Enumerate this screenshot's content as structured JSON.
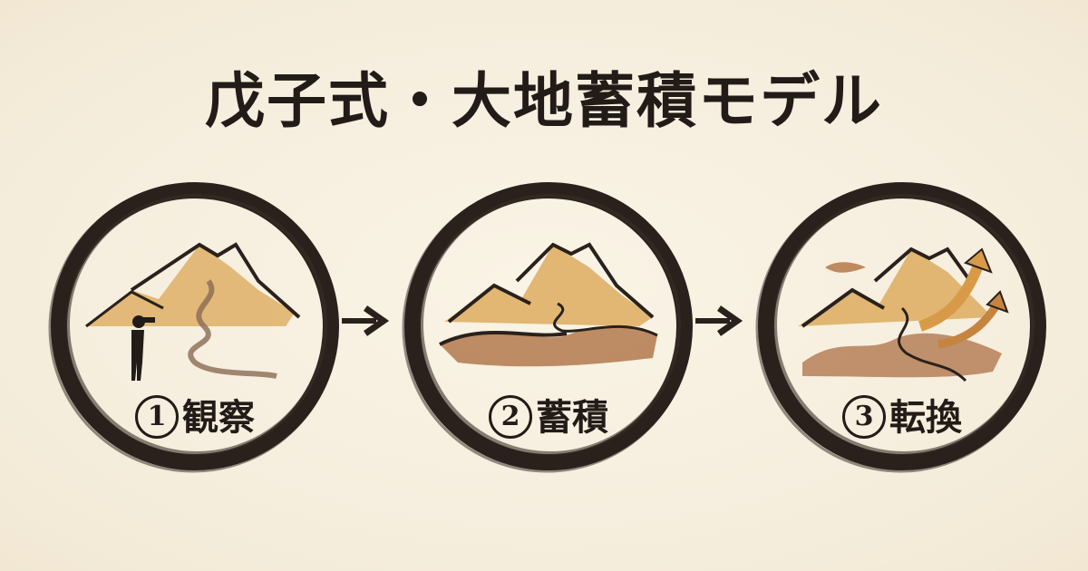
{
  "title": "戊子式・大地蓄積モデル",
  "colors": {
    "background": "#f7f0e1",
    "ink": "#221b17",
    "ochre": "#d9a04a",
    "brown": "#a8683a"
  },
  "steps": [
    {
      "number": "1",
      "label": "観察",
      "icon": "observer-with-binoculars-mountain-icon"
    },
    {
      "number": "2",
      "label": "蓄積",
      "icon": "mountain-with-sediment-layers-icon"
    },
    {
      "number": "3",
      "label": "転換",
      "icon": "mountain-with-rising-arrows-icon"
    }
  ],
  "arrows": [
    {
      "from": 1,
      "to": 2,
      "icon": "right-arrow-icon"
    },
    {
      "from": 2,
      "to": 3,
      "icon": "right-arrow-icon"
    }
  ]
}
